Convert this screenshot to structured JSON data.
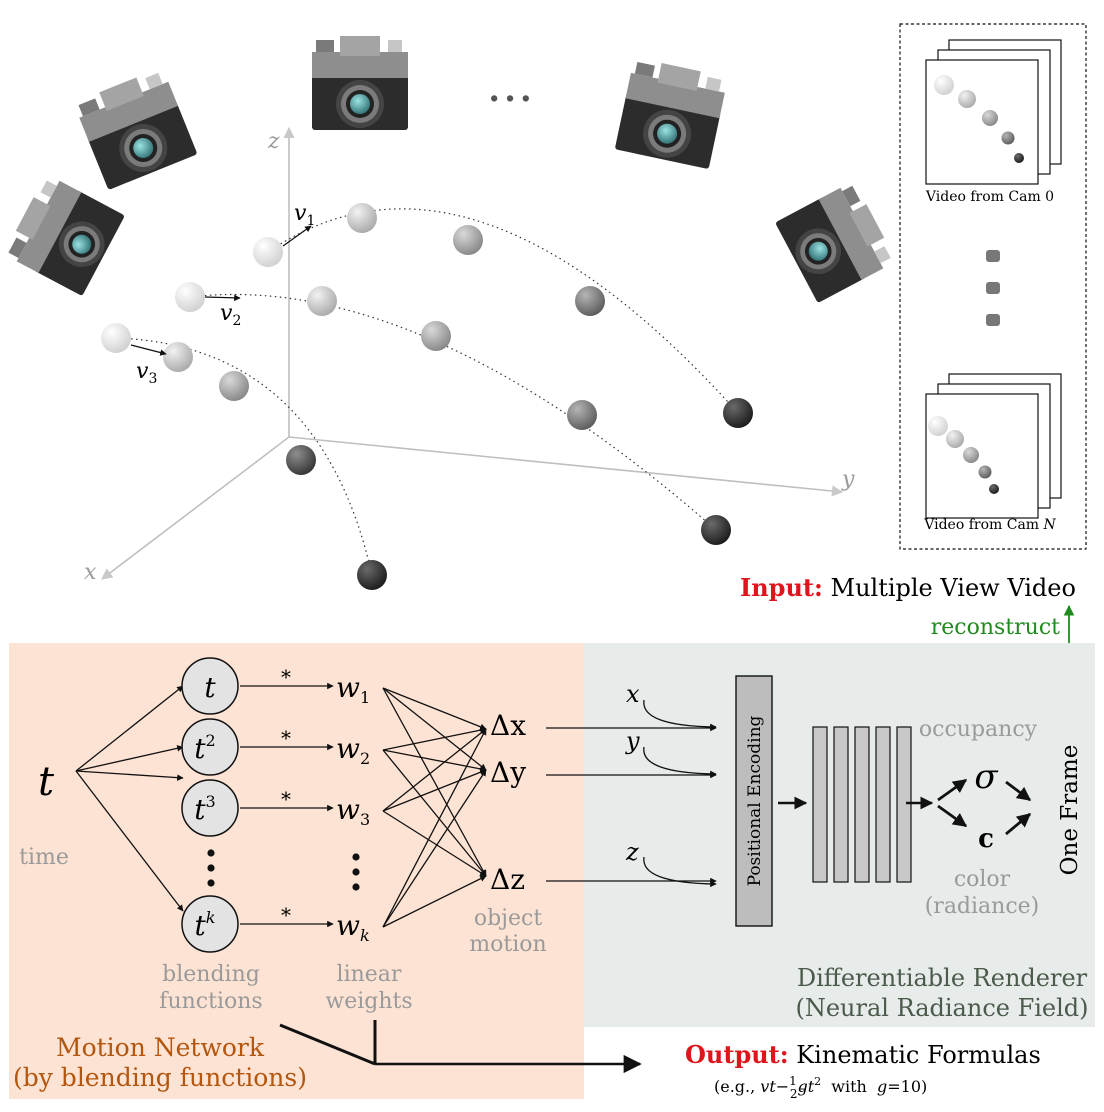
{
  "top": {
    "axes": {
      "x": "x",
      "y": "y",
      "z": "z"
    },
    "velocity_labels": [
      {
        "base": "v",
        "sub": "1"
      },
      {
        "base": "v",
        "sub": "2"
      },
      {
        "base": "v",
        "sub": "3"
      }
    ],
    "camera_ellipsis": "...",
    "video_panel": {
      "label_first": "Video from Cam 0",
      "label_last_prefix": "Video from Cam ",
      "label_last_var": "N"
    },
    "input_label": {
      "bold": "Input:",
      "rest": " Multiple View Video"
    },
    "reconstruct": "reconstruct"
  },
  "motion_network": {
    "time_var": "t",
    "time_label": "time",
    "basis": [
      {
        "base": "t",
        "sup": ""
      },
      {
        "base": "t",
        "sup": "2"
      },
      {
        "base": "t",
        "sup": "3"
      },
      {
        "base": "t",
        "sup": "k"
      }
    ],
    "star": "*",
    "weights": [
      {
        "base": "w",
        "sub": "1"
      },
      {
        "base": "w",
        "sub": "2"
      },
      {
        "base": "w",
        "sub": "3"
      },
      {
        "base": "w",
        "sub": "k"
      }
    ],
    "deltas": [
      "Δx",
      "Δy",
      "Δz"
    ],
    "blending_label": [
      "blending",
      "functions"
    ],
    "linear_label": [
      "linear",
      "weights"
    ],
    "object_motion_label": [
      "object",
      "motion"
    ],
    "title": [
      "Motion Network",
      "(by blending functions)"
    ]
  },
  "renderer": {
    "coords": [
      "x",
      "y",
      "z"
    ],
    "positional_encoding": "Positional Encoding",
    "occupancy": "occupancy",
    "sigma": "σ",
    "color_symbol": "c",
    "color_label": [
      "color",
      "(radiance)"
    ],
    "one_frame": "One Frame",
    "title": [
      "Differentiable Renderer",
      "(Neural Radiance Field)"
    ]
  },
  "output": {
    "bold": "Output:",
    "rest": " Kinematic Formulas",
    "formula_parts": {
      "open": "(e.g., ",
      "vt": "vt",
      "minus": "−",
      "num": "1",
      "den": "2",
      "gt": "gt",
      "sup": "2",
      "with": "  with  ",
      "g": "g",
      "eq": "=10)"
    }
  },
  "colors": {
    "motion_bg": "#fde3d3",
    "renderer_bg": "#e7ebea",
    "red": "#e0151b",
    "green": "#1f8a1f",
    "brown": "#b3560f",
    "renderer_text": "#4b5a4b",
    "grey_text": "#9a9a9a"
  }
}
